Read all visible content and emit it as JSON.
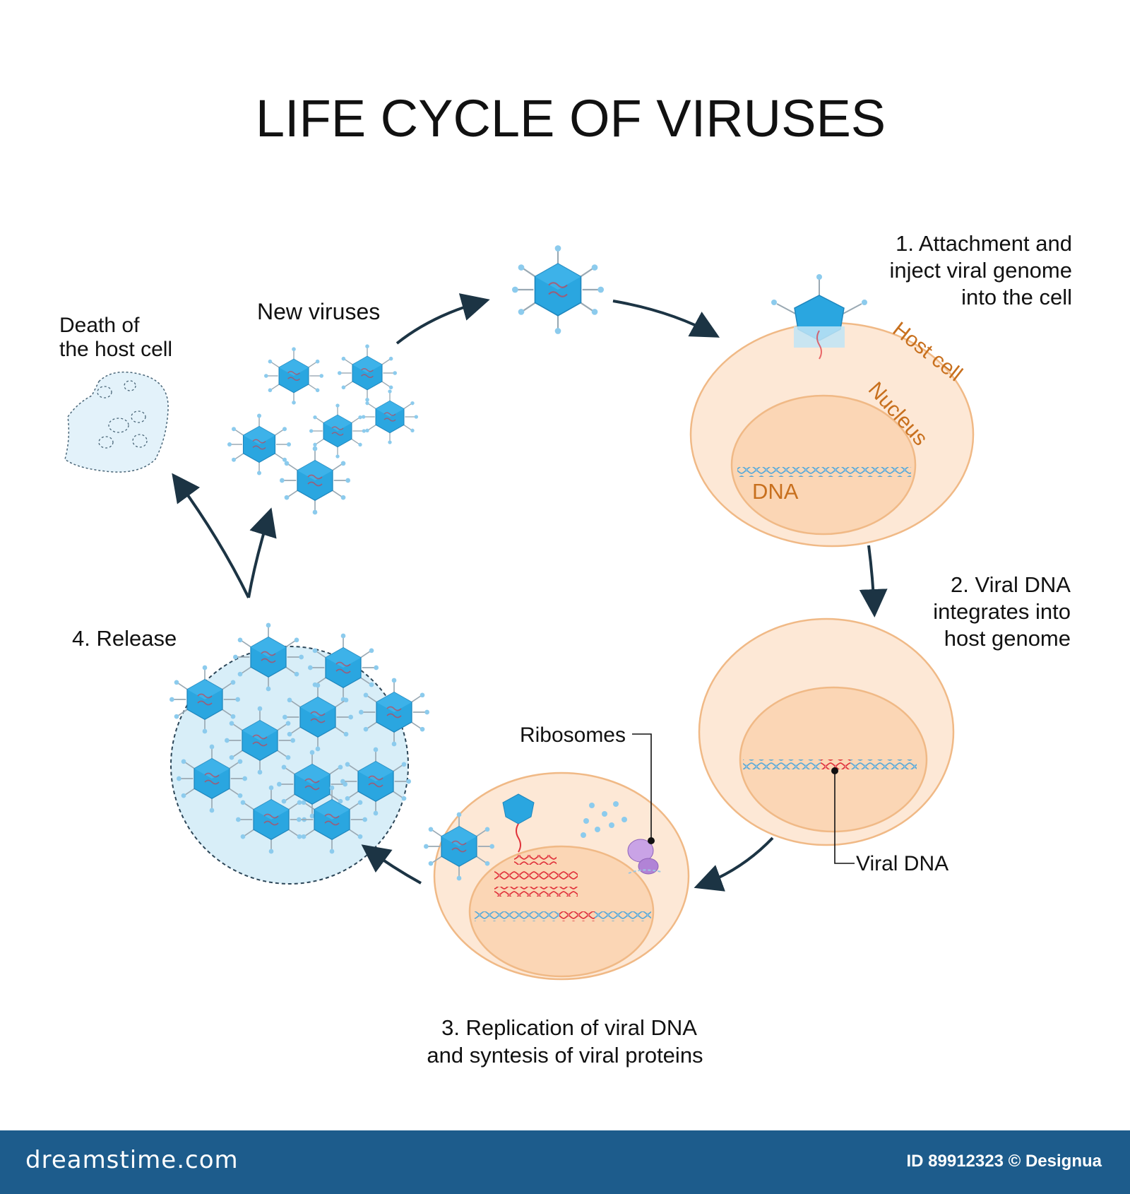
{
  "title": "LIFE CYCLE OF VIRUSES",
  "steps": {
    "step1": [
      "1. Attachment and",
      "inject viral genome",
      "into the cell"
    ],
    "step2": [
      "2. Viral DNA",
      "integrates into",
      "host genome"
    ],
    "step3": [
      "3. Replication of viral DNA",
      "and syntesis of viral proteins"
    ],
    "step4": "4. Release"
  },
  "labels": {
    "new_viruses": "New viruses",
    "death": [
      "Death of",
      "the host cell"
    ],
    "host_cell": "Host cell",
    "nucleus": "Nucleus",
    "dna": "DNA",
    "ribosomes": "Ribosomes",
    "viral_dna": "Viral DNA"
  },
  "footer": {
    "brand": "dreamstime.com",
    "id_text": "ID 89912323 © Designua"
  },
  "colors": {
    "virus": "#2aa6e0",
    "cell_fill": "#fde8d6",
    "cell_stroke": "#f0b986",
    "nucleus_fill": "#fbd6b5",
    "label_orange": "#c8701e",
    "arrow": "#1c3444",
    "viral_dna": "#e0323a",
    "dna": "#5aa9d6"
  }
}
